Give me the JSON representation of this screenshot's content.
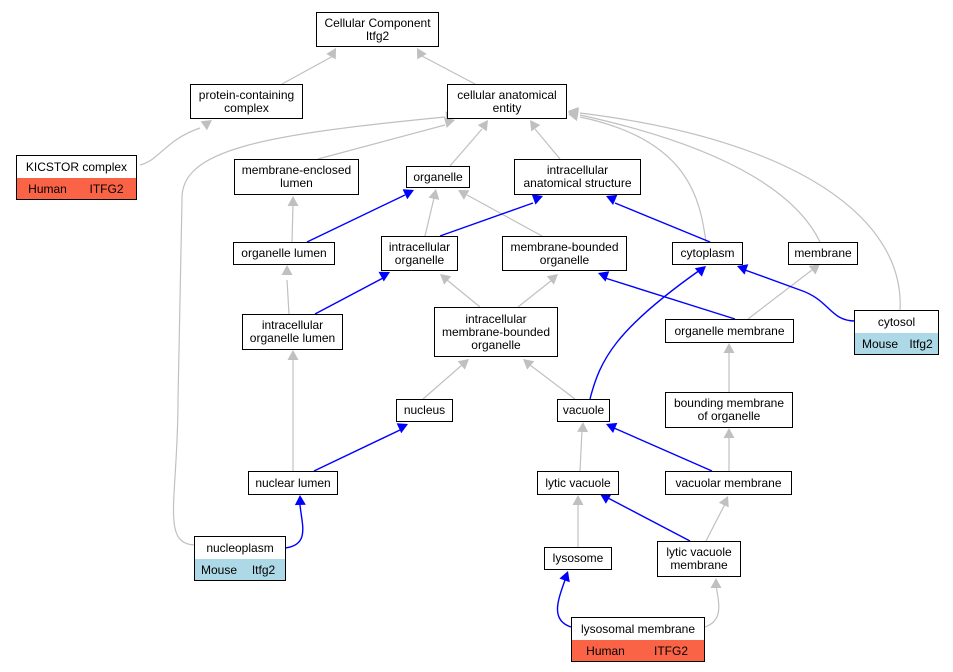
{
  "colors": {
    "is_a_edge": "#c0c0c0",
    "part_of_edge": "#0000ff",
    "human": "#fb6347",
    "mouse": "#add8e6"
  },
  "nodes": {
    "root": "Cellular Component\nItfg2",
    "protein_complex": "protein-containing\ncomplex",
    "cellular_anatomical_entity": "cellular anatomical\nentity",
    "membrane_enclosed_lumen": "membrane-enclosed\nlumen",
    "organelle": "organelle",
    "intracellular_anatomical_structure": "intracellular\nanatomical structure",
    "organelle_lumen": "organelle lumen",
    "intracellular_organelle": "intracellular\norganelle",
    "membrane_bounded_organelle": "membrane-bounded\norganelle",
    "cytoplasm": "cytoplasm",
    "membrane": "membrane",
    "intracellular_organelle_lumen": "intracellular\norganelle lumen",
    "intracellular_membrane_bounded_organelle": "intracellular\nmembrane-bounded\norganelle",
    "organelle_membrane": "organelle membrane",
    "nucleus": "nucleus",
    "vacuole": "vacuole",
    "bounding_membrane": "bounding membrane\nof organelle",
    "nuclear_lumen": "nuclear lumen",
    "lytic_vacuole": "lytic vacuole",
    "vacuolar_membrane": "vacuolar membrane",
    "lysosome": "lysosome",
    "lytic_vacuole_membrane": "lytic vacuole\nmembrane"
  },
  "gene_nodes": {
    "kicstor": {
      "title": "KICSTOR complex",
      "species": "Human",
      "gene": "ITFG2"
    },
    "cytosol": {
      "title": "cytosol",
      "species": "Mouse",
      "gene": "Itfg2"
    },
    "nucleoplasm": {
      "title": "nucleoplasm",
      "species": "Mouse",
      "gene": "Itfg2"
    },
    "lysosomal_membrane": {
      "title": "lysosomal membrane",
      "species": "Human",
      "gene": "ITFG2"
    }
  }
}
